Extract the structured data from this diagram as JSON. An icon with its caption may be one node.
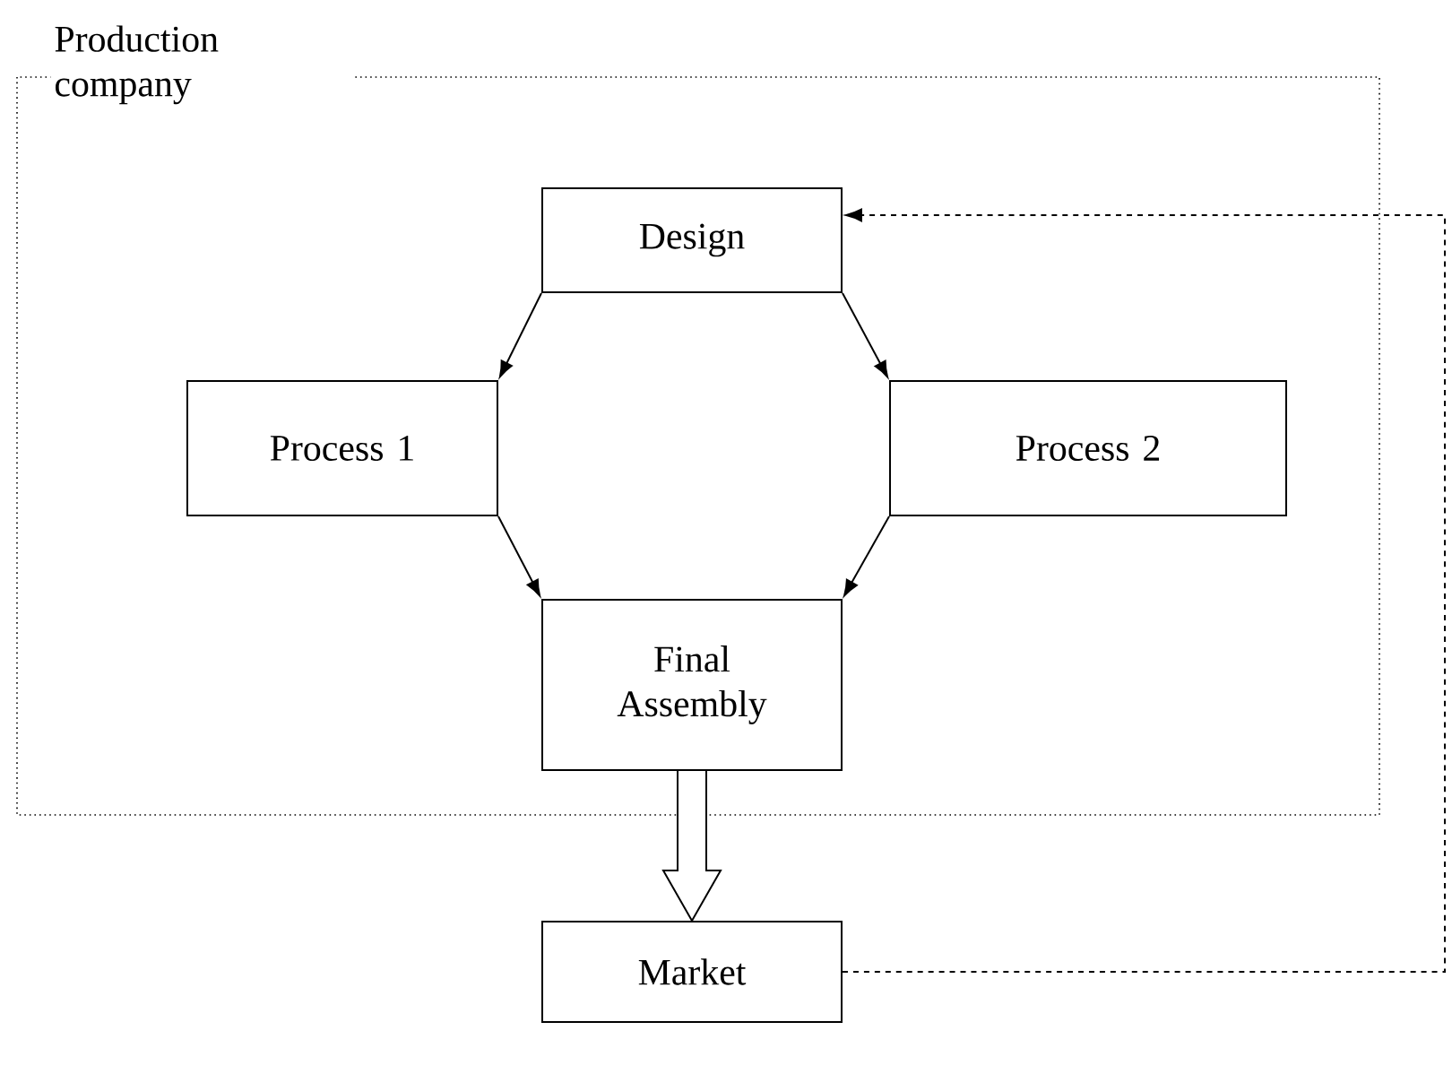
{
  "diagram": {
    "nodes": [
      {
        "text": [
          "Production company"
        ]
      },
      {
        "text": [
          "Design"
        ],
        "in": 0
      },
      {
        "text": [
          "Process 1"
        ],
        "in": 0
      },
      {
        "text": [
          "Process 2"
        ],
        "in": 0
      },
      {
        "text": [
          "Final Assembly"
        ],
        "in": 0
      },
      {
        "text": [
          "Market"
        ]
      }
    ],
    "edges": [
      {
        "from": 1,
        "to": 2,
        "arrow": "to"
      },
      {
        "from": 1,
        "to": 3,
        "arrow": "to"
      },
      {
        "from": 2,
        "to": 4,
        "arrow": "to"
      },
      {
        "from": 3,
        "to": 4,
        "arrow": "to"
      },
      {
        "from": 4,
        "to": 5,
        "arrow": "to",
        "style": "thick"
      },
      {
        "from": 5,
        "to": 1,
        "arrow": "to",
        "style": "dashed"
      }
    ]
  }
}
